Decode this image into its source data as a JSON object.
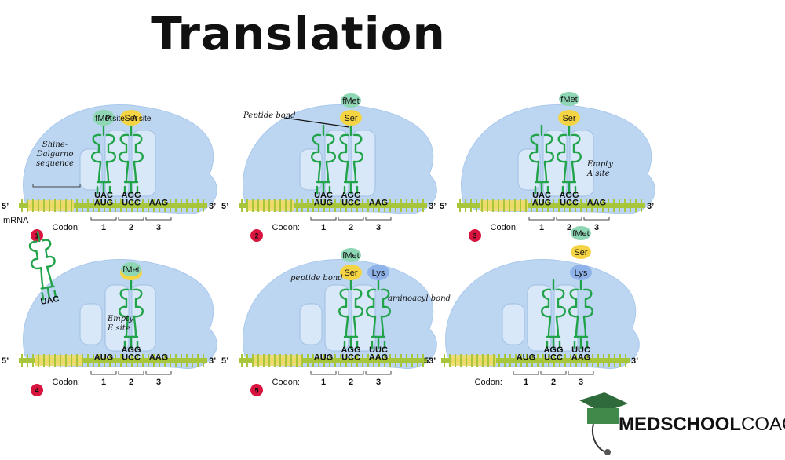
{
  "title": "Translation",
  "labels": {
    "five_prime": "5’",
    "three_prime": "3’",
    "mrna": "mRNA",
    "p_site": "P site",
    "a_site": "A site",
    "shine_dalgarno": [
      "Shine-",
      "Dalgarno",
      "sequence"
    ],
    "peptide_bond_cap": "Peptide bond",
    "peptide_bond": "peptide bond",
    "aminoacyl_bond": "aminoacyl bond",
    "empty_a_site": [
      "Empty",
      "A site"
    ],
    "empty_e_site": [
      "Empty",
      "E site"
    ],
    "codon": "Codon:",
    "codon_numbers": [
      "1",
      "2",
      "3"
    ]
  },
  "codons": [
    "AUG",
    "UCC",
    "AAG"
  ],
  "anticodons": {
    "fmet": "UAC",
    "ser": "AGG",
    "lys": "UUC"
  },
  "amino_acids": {
    "fmet": "fMet",
    "ser": "Ser",
    "lys": "Lys"
  },
  "steps": [
    "1",
    "2",
    "3",
    "4",
    "5"
  ],
  "brand": {
    "part1": "MEDSCHOOL",
    "part2": "COACH"
  },
  "colors": {
    "ribosome": "#bcd6f2",
    "ribosome_edge": "#a9c8ec",
    "mrna": "#a8c63c",
    "shine_dalgarno": "#f3dc6a",
    "trna": "#21a34a",
    "fmet": "#8fd6b4",
    "ser": "#f5d443",
    "lys": "#8fb3e8",
    "step_badge": "#d8143f",
    "brand_green": "#2f6b3a"
  }
}
